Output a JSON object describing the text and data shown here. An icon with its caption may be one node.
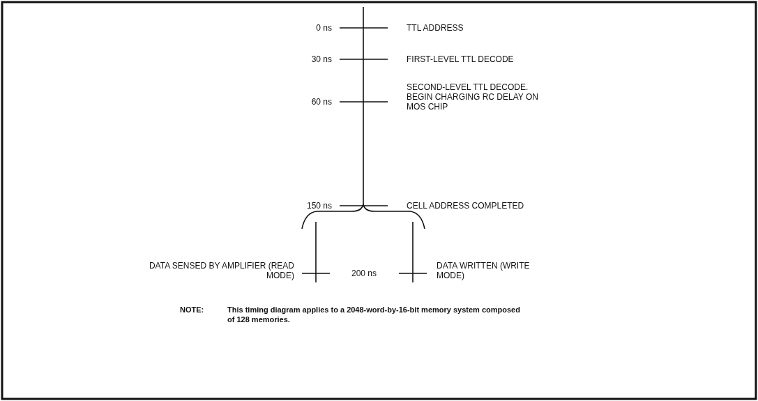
{
  "diagram": {
    "labels": [
      "0 ns",
      "TTL ADDRESS",
      "30 ns",
      "FIRST-LEVEL TTL DECODE",
      "60 ns",
      "SECOND-LEVEL TTL DECODE. BEGIN CHARGING RC DELAY ON MOS CHIP",
      "150 ns",
      "CELL ADDRESS COMPLETED",
      "DATA SENSED BY AMPLIFIER (READ MODE)",
      "200 ns",
      "DATA WRITTEN (WRITE MODE)",
      "NOTE:",
      "This timing diagram applies to a 2048-word-by-16-bit memory system composed of 128 memories."
    ]
  }
}
